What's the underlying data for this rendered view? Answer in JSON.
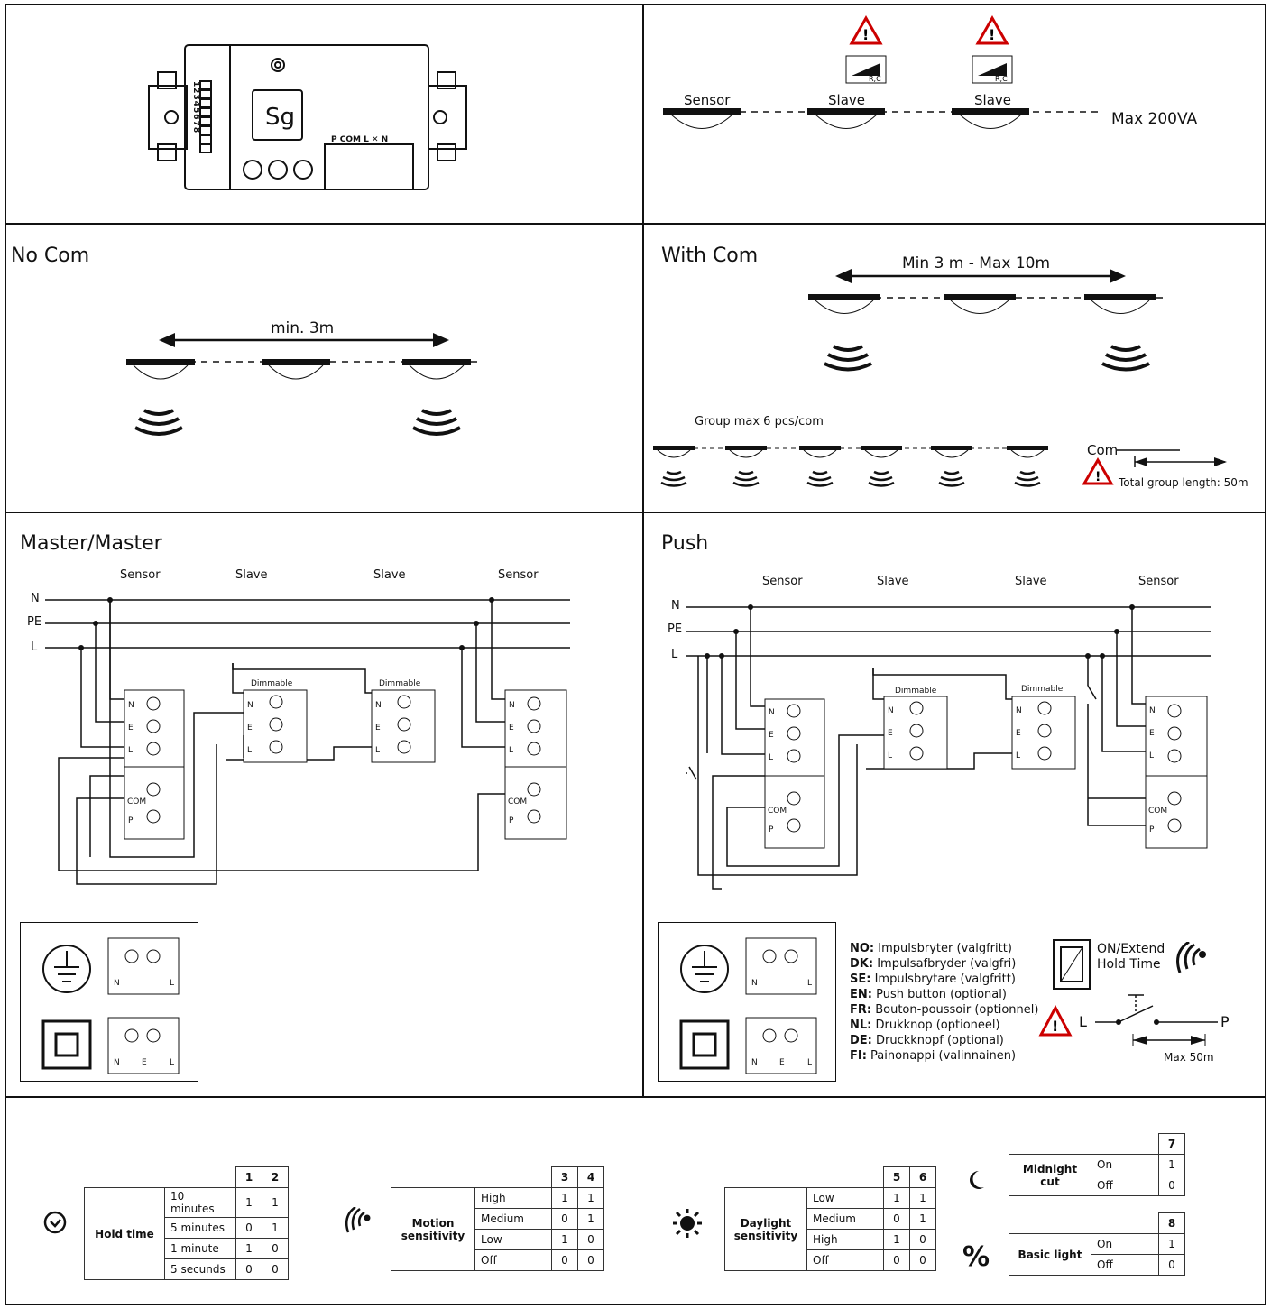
{
  "top_right": {
    "sensor": "Sensor",
    "slave1": "Slave",
    "slave2": "Slave",
    "max": "Max 200VA",
    "dimmer_tag": "R,C",
    "device_logo": "Sg",
    "terminal_labels": "P COM L ✕ N",
    "dip_numbers": "12345678"
  },
  "no_com": {
    "title": "No Com",
    "distance": "min. 3m"
  },
  "with_com": {
    "title": "With Com",
    "distance": "Min 3 m - Max 10m",
    "group": "Group max 6 pcs/com",
    "com": "Com",
    "total": "Total group length: 50m"
  },
  "master": {
    "title": "Master/Master",
    "cols": [
      "Sensor",
      "Slave",
      "Slave",
      "Sensor"
    ],
    "lines": [
      "N",
      "PE",
      "L"
    ],
    "dimmable": "Dimmable"
  },
  "push": {
    "title": "Push",
    "cols": [
      "Sensor",
      "Slave",
      "Slave",
      "Sensor"
    ],
    "lines": [
      "N",
      "PE",
      "L"
    ],
    "dimmable": "Dimmable"
  },
  "terminals": {
    "n": "N",
    "e": "E",
    "l": "L",
    "com": "COM",
    "p": "P"
  },
  "legend": [
    {
      "code": "NO:",
      "text": " Impulsbryter (valgfritt)"
    },
    {
      "code": "DK:",
      "text": " Impulsafbryder (valgfri)"
    },
    {
      "code": "SE:",
      "text": " Impulsbrytare (valgfritt)"
    },
    {
      "code": "EN:",
      "text": " Push button (optional)"
    },
    {
      "code": "FR:",
      "text": " Bouton-poussoir (optionnel)"
    },
    {
      "code": "NL:",
      "text": " Drukknop (optioneel)"
    },
    {
      "code": "DE:",
      "text": " Druckknopf (optional)"
    },
    {
      "code": "FI:",
      "text": " Painonappi (valinnainen)"
    }
  ],
  "on_extend": "ON/Extend\nHold Time",
  "push_wire": {
    "l": "L",
    "p": "P",
    "max": "Max 50m"
  },
  "tables": {
    "hold": {
      "title": "Hold time",
      "cols": [
        "1",
        "2"
      ],
      "rows": [
        [
          "10 minutes",
          "1",
          "1"
        ],
        [
          "5 minutes",
          "0",
          "1"
        ],
        [
          "1 minute",
          "1",
          "0"
        ],
        [
          "5 secunds",
          "0",
          "0"
        ]
      ]
    },
    "motion": {
      "title": "Motion sensitivity",
      "cols": [
        "3",
        "4"
      ],
      "rows": [
        [
          "High",
          "1",
          "1"
        ],
        [
          "Medium",
          "0",
          "1"
        ],
        [
          "Low",
          "1",
          "0"
        ],
        [
          "Off",
          "0",
          "0"
        ]
      ]
    },
    "daylight": {
      "title": "Daylight sensitivity",
      "cols": [
        "5",
        "6"
      ],
      "rows": [
        [
          "Low",
          "1",
          "1"
        ],
        [
          "Medium",
          "0",
          "1"
        ],
        [
          "High",
          "1",
          "0"
        ],
        [
          "Off",
          "0",
          "0"
        ]
      ]
    },
    "midnight": {
      "title": "Midnight cut",
      "cols": [
        "7"
      ],
      "rows": [
        [
          "On",
          "1"
        ],
        [
          "Off",
          "0"
        ]
      ]
    },
    "basic": {
      "title": "Basic light",
      "cols": [
        "8"
      ],
      "rows": [
        [
          "On",
          "1"
        ],
        [
          "Off",
          "0"
        ]
      ]
    }
  },
  "percent_symbol": "%"
}
